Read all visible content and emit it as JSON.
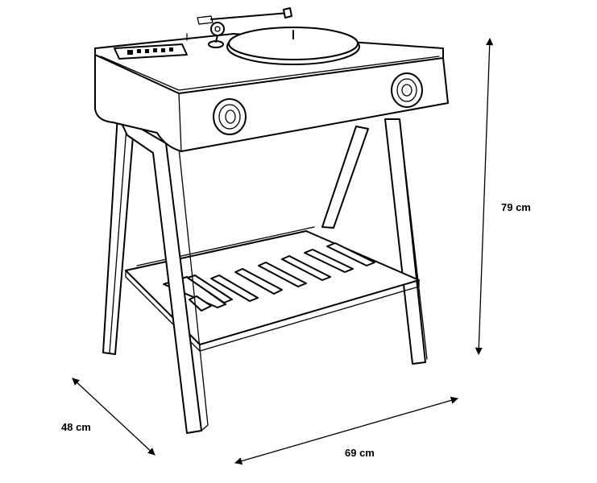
{
  "dimensions": {
    "height": "79 cm",
    "depth": "48 cm",
    "width": "69 cm"
  }
}
